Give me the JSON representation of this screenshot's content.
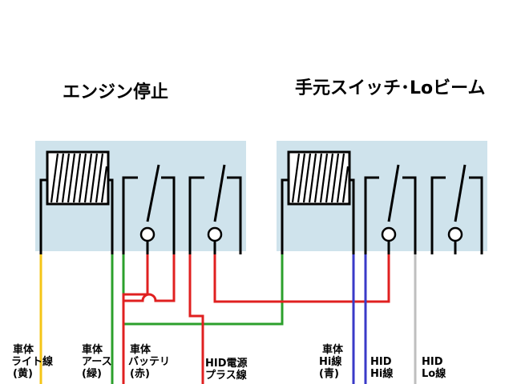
{
  "titles": {
    "left": "エンジン停止",
    "right": "手元スイッチ･Loビーム"
  },
  "labels": {
    "body_light": [
      "車体",
      "ライト線",
      "(黄)"
    ],
    "body_earth": [
      "車体",
      "アース",
      "(緑)"
    ],
    "body_battery": [
      "車体",
      "バッテリ",
      "(赤)"
    ],
    "hid_power": [
      "HID電源",
      "プラス線"
    ],
    "body_hi": [
      "車体",
      "Hi線",
      "(青)"
    ],
    "hid_hi": [
      "HID",
      "Hi線"
    ],
    "hid_lo": [
      "HID",
      "Lo線"
    ]
  },
  "colors": {
    "relay_box": "#cfe3ec",
    "wire_yellow": "#f5c518",
    "wire_green": "#2ca02c",
    "wire_red": "#e02020",
    "wire_blue": "#3a3ac8",
    "wire_gray": "#bfbfbf"
  }
}
